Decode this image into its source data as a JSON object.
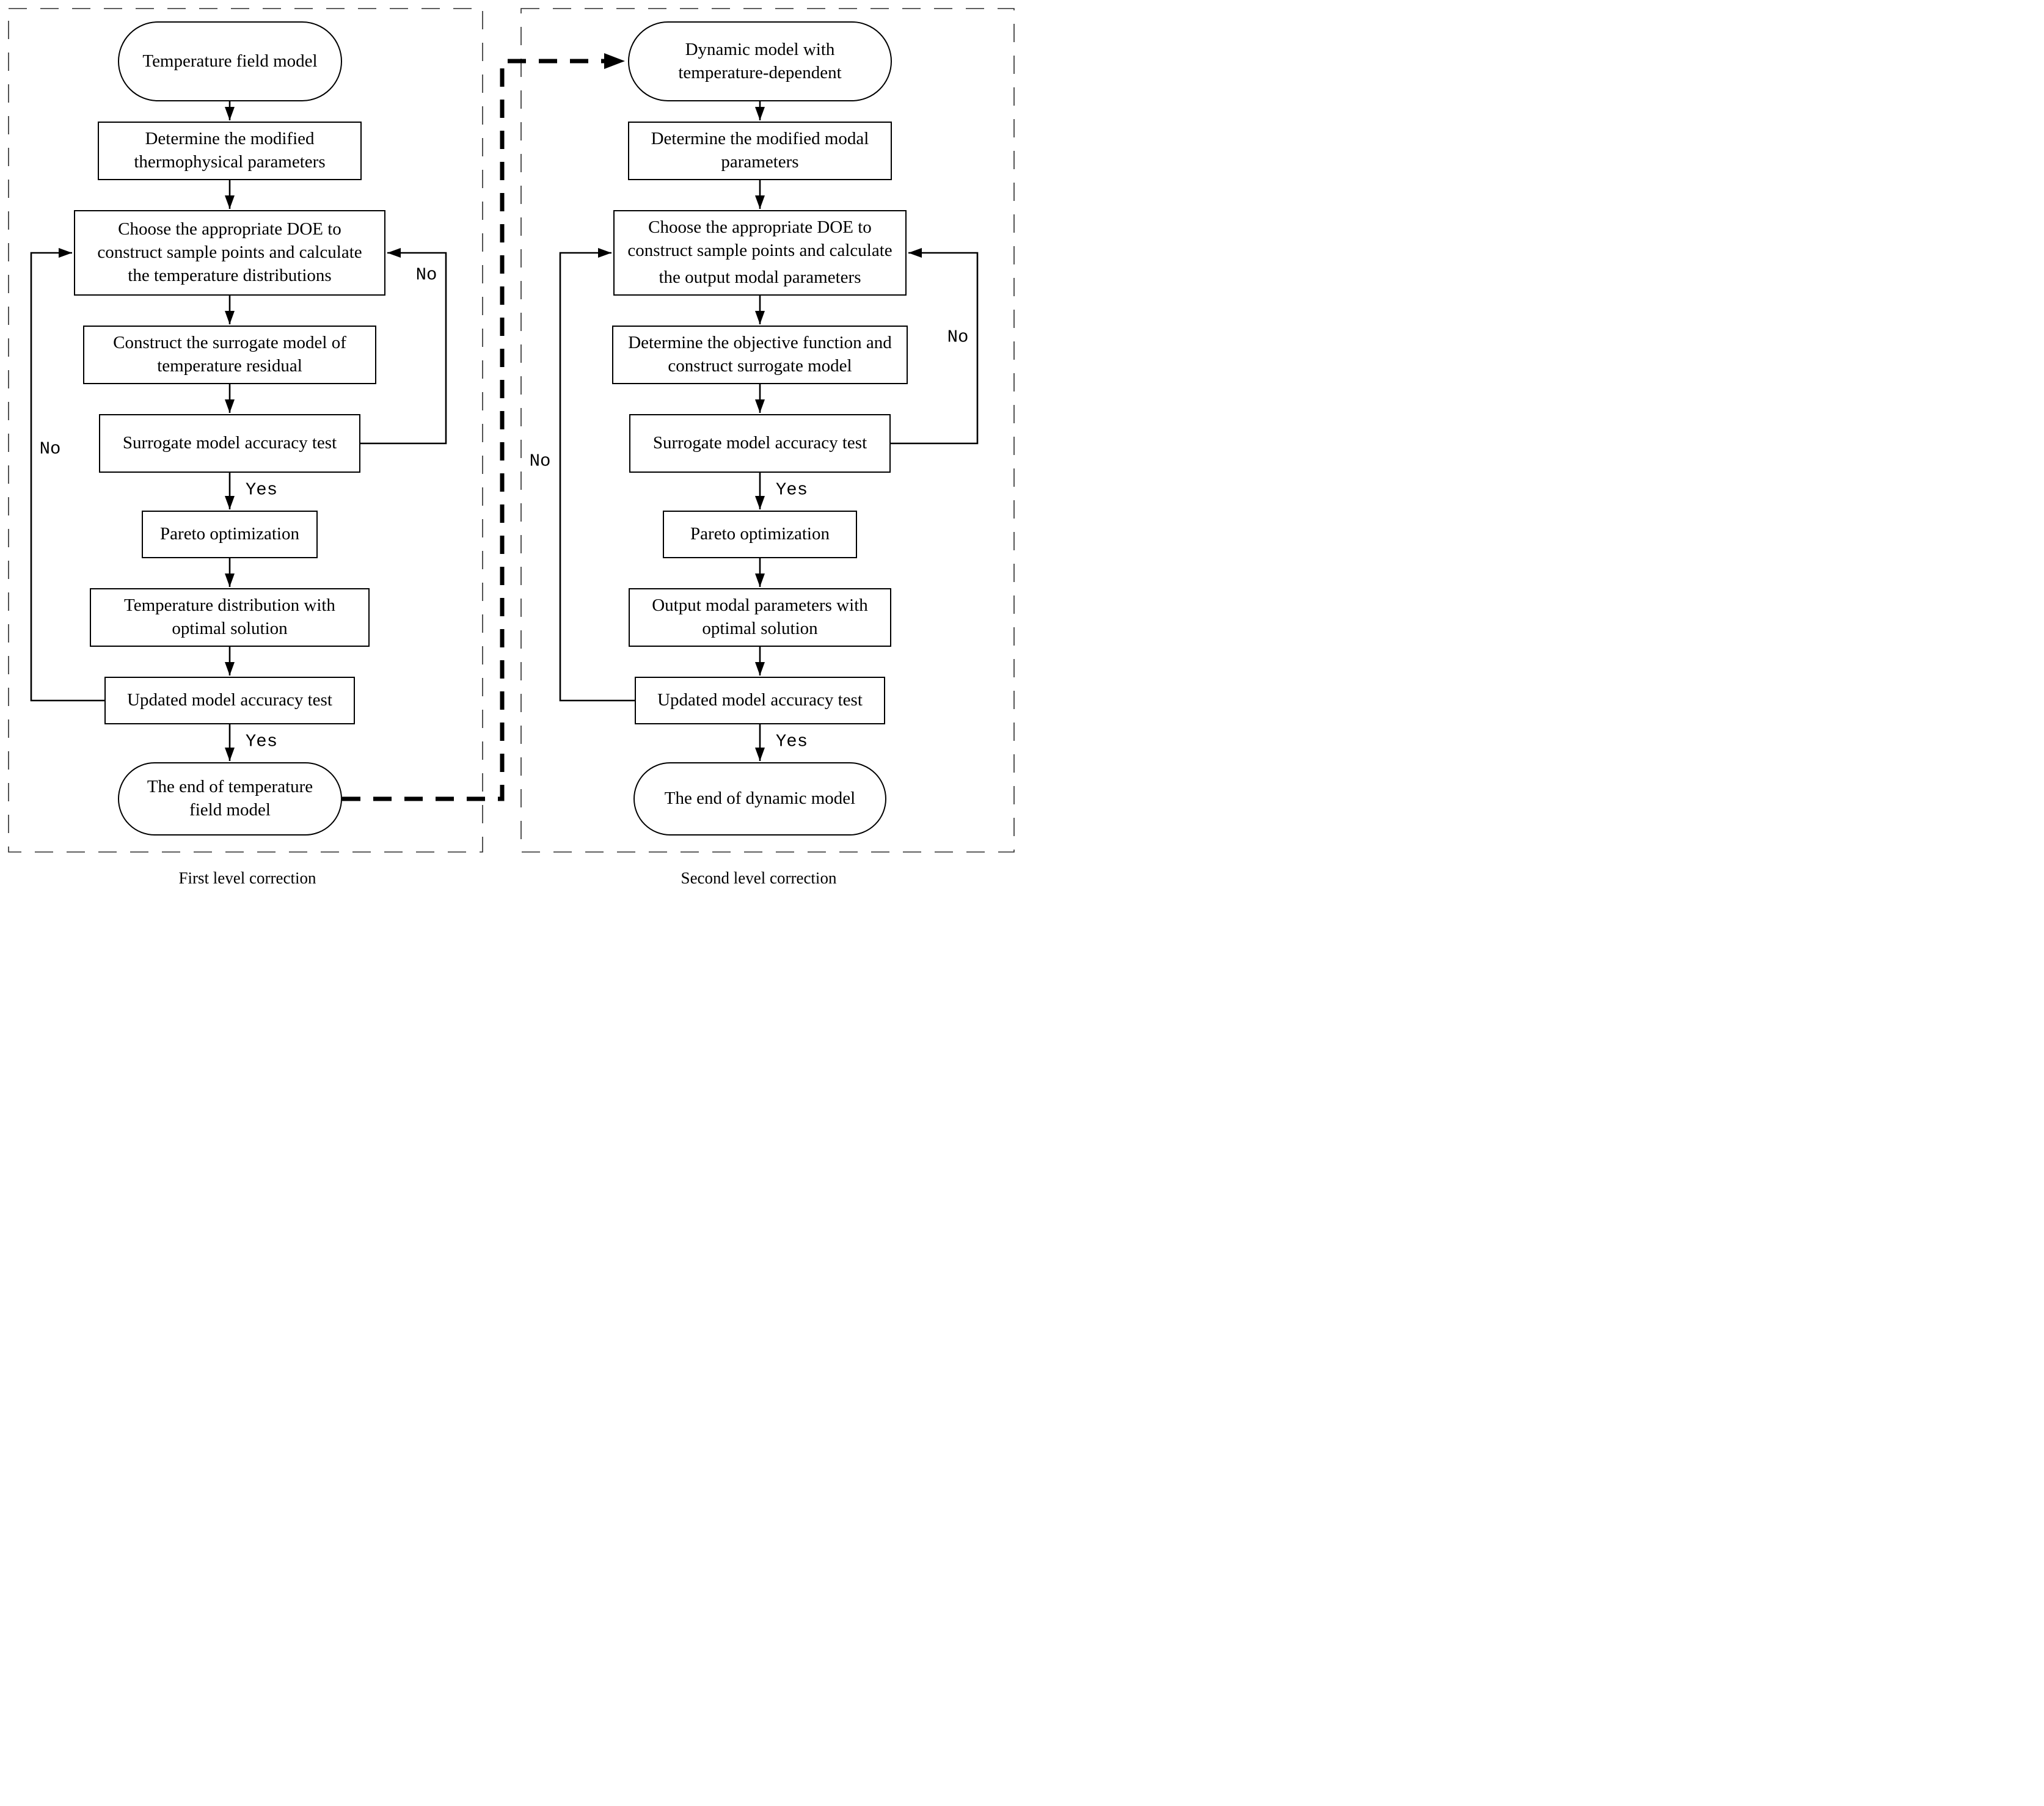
{
  "colors": {
    "line": "#000000",
    "background": "#ffffff"
  },
  "left": {
    "caption": "First level correction",
    "yes_top": "Yes",
    "yes_bottom": "Yes",
    "no_inner": "No",
    "no_outer": "No",
    "nodes": {
      "start": {
        "lines": [
          "Temperature field model"
        ]
      },
      "determine": {
        "lines": [
          "Determine the modified",
          "thermophysical parameters"
        ]
      },
      "choose": {
        "lines": [
          "Choose the appropriate DOE to",
          "construct sample points and calculate",
          "the temperature distributions"
        ]
      },
      "construct": {
        "lines": [
          "Construct the surrogate model of",
          "temperature residual"
        ]
      },
      "accuracy": {
        "lines": [
          "Surrogate model accuracy test"
        ]
      },
      "pareto": {
        "lines": [
          "Pareto optimization"
        ]
      },
      "optimal": {
        "lines": [
          "Temperature distribution with",
          "optimal solution"
        ]
      },
      "updated": {
        "lines": [
          "Updated model accuracy test"
        ]
      },
      "end": {
        "lines": [
          "The end of temperature",
          "field model"
        ]
      }
    }
  },
  "right": {
    "caption": "Second level correction",
    "yes_top": "Yes",
    "yes_bottom": "Yes",
    "no_inner": "No",
    "no_outer": "No",
    "nodes": {
      "start": {
        "lines": [
          "Dynamic model with",
          "temperature-dependent"
        ]
      },
      "determine": {
        "lines": [
          "Determine the modified modal",
          "parameters"
        ]
      },
      "choose": {
        "lines": [
          "Choose the appropriate DOE to",
          "construct sample points and calculate",
          "the output modal parameters"
        ]
      },
      "objective": {
        "lines": [
          "Determine the objective function and",
          "construct surrogate model"
        ]
      },
      "accuracy": {
        "lines": [
          "Surrogate model accuracy test"
        ]
      },
      "pareto": {
        "lines": [
          "Pareto optimization"
        ]
      },
      "optimal": {
        "lines": [
          "Output modal parameters with",
          "optimal solution"
        ]
      },
      "updated": {
        "lines": [
          "Updated model accuracy test"
        ]
      },
      "end": {
        "lines": [
          "The end of dynamic model"
        ]
      }
    }
  }
}
